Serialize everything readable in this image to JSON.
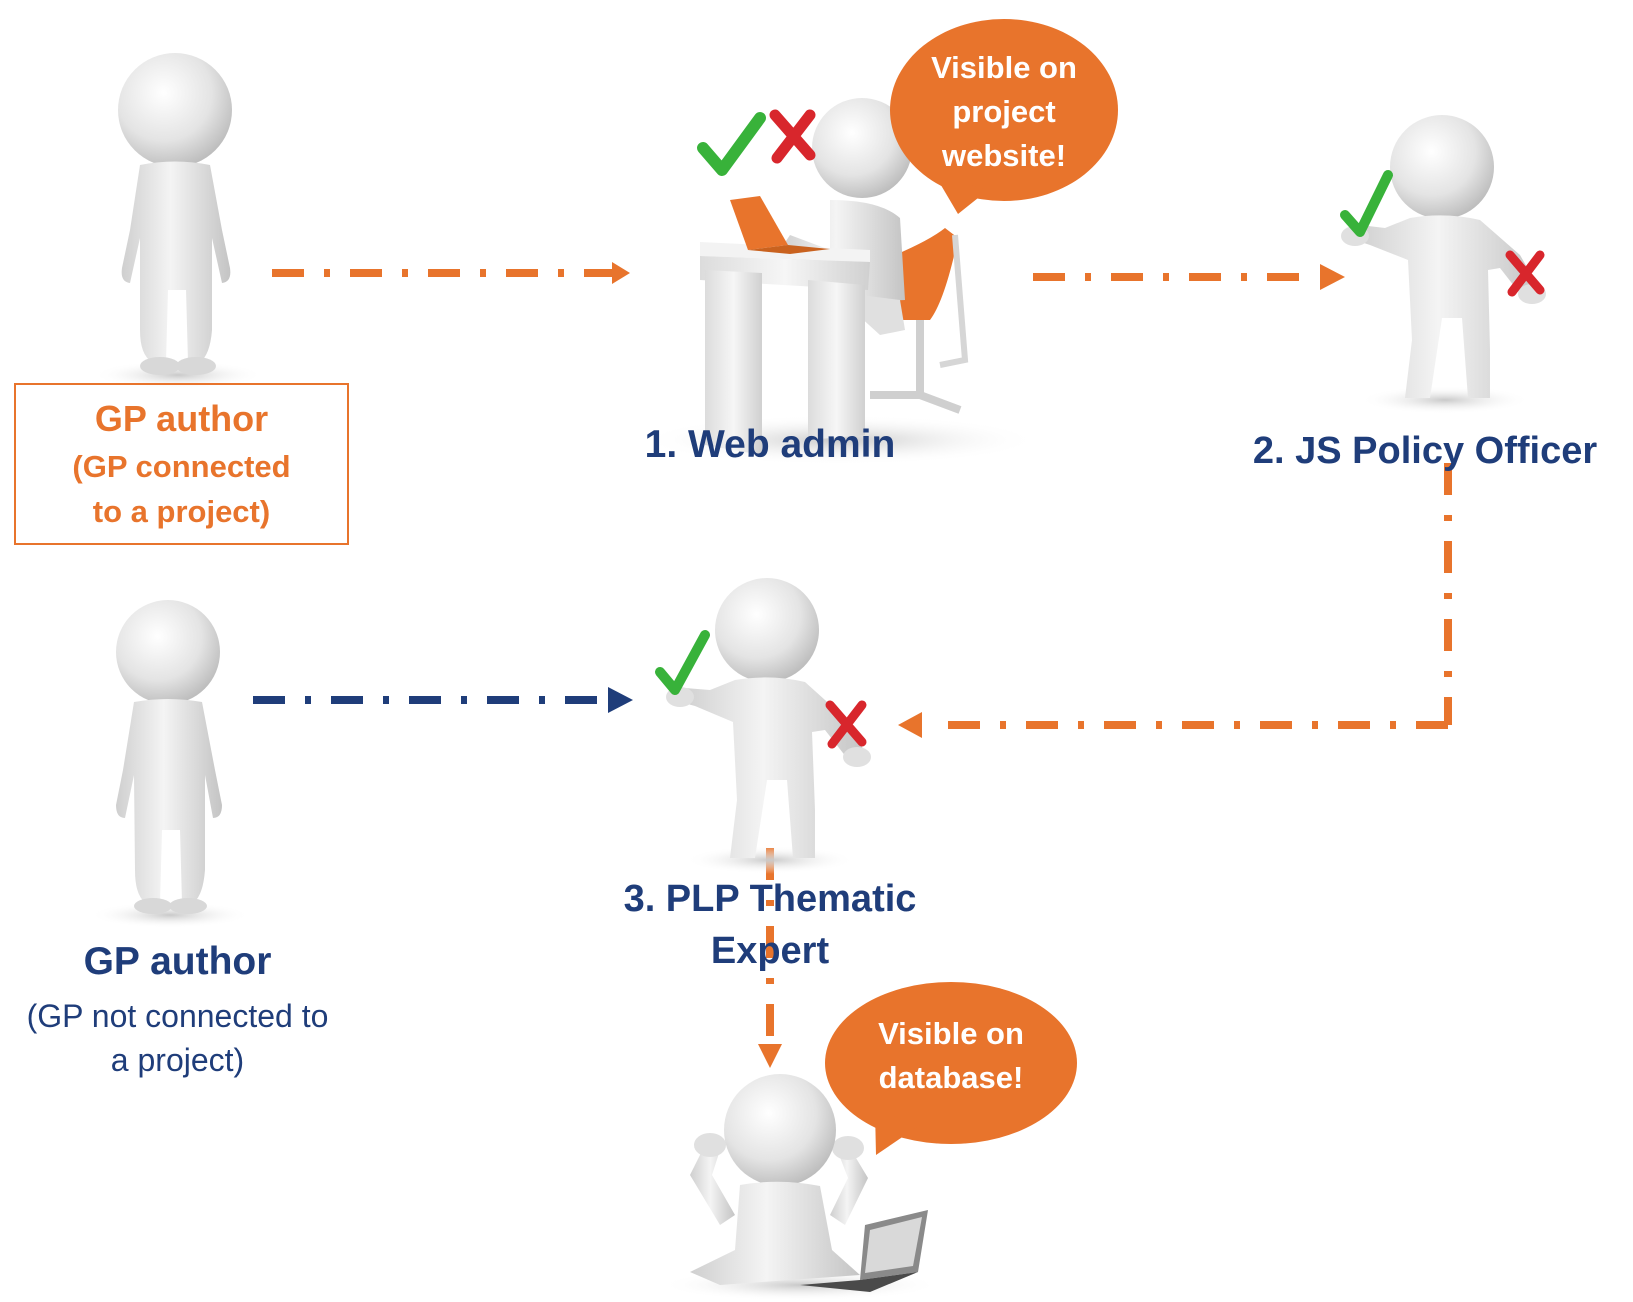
{
  "colors": {
    "orange": "#e8742c",
    "navy": "#1f3d7a",
    "figure": "#e9e9e9",
    "check": "#38b23a",
    "cross": "#d8262c"
  },
  "actors": {
    "gp_author_project": {
      "title": "GP author",
      "subtitle_line1": "(GP connected",
      "subtitle_line2": "to a project)"
    },
    "web_admin": {
      "label": "1. Web admin"
    },
    "js_policy_officer": {
      "label": "2. JS Policy Officer"
    },
    "plp_expert": {
      "label_line1": "3. PLP Thematic",
      "label_line2": "Expert"
    },
    "gp_author_no_project": {
      "title": "GP author",
      "subtitle_line1": "(GP not connected to",
      "subtitle_line2": "a project)"
    }
  },
  "bubbles": {
    "website": {
      "line1": "Visible on",
      "line2": "project",
      "line3": "website!"
    },
    "database": {
      "line1": "Visible on",
      "line2": "database!"
    }
  },
  "icons": [
    "check-icon",
    "cross-icon",
    "laptop-icon",
    "desk-icon",
    "chair-icon"
  ]
}
